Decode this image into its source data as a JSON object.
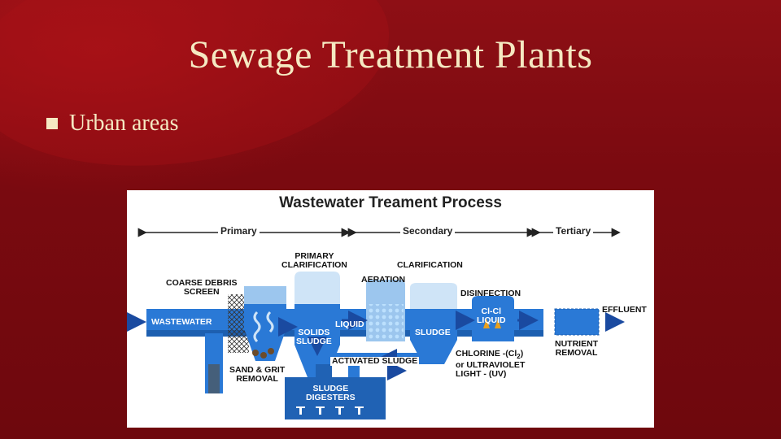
{
  "slide": {
    "title": "Sewage Treatment Plants",
    "bullet": "Urban areas",
    "bg_color": "#7a0a10",
    "text_color": "#f5e9c2"
  },
  "figure": {
    "title": "Wastewater Treament Process",
    "stages": {
      "primary": "Primary",
      "secondary": "Secondary",
      "tertiary": "Tertiary"
    },
    "labels": {
      "coarse_debris": "COARSE DEBRIS",
      "screen": "SCREEN",
      "primary_clar_1": "PRIMARY",
      "primary_clar_2": "CLARIFICATION",
      "clarification": "CLARIFICATION",
      "aeration": "AERATION",
      "disinfection": "DISINFECTION",
      "effluent": "EFFLUENT",
      "wastewater": "WASTEWATER",
      "liquid_1": "LIQUID",
      "solids": "SOLIDS",
      "sludge_1": "SLUDGE",
      "sludge_2": "SLUDGE",
      "cl_cl": "Cl-Cl",
      "liquid_2": "LIQUID",
      "nutrient": "NUTRIENT",
      "removal": "REMOVAL",
      "sand_grit": "SAND & GRIT",
      "sand_removal": "REMOVAL",
      "activated_sludge": "ACTIVATED SLUDGE",
      "chlorine": "CHLORINE -(Cl",
      "chlorine_sub": "2",
      "chlorine_end": ")",
      "or_uv": "or ULTRAVIOLET",
      "light_uv": "LIGHT - (UV)",
      "sludge_dig_1": "SLUDGE",
      "sludge_dig_2": "DIGESTERS"
    },
    "colors": {
      "water": "#2a79d6",
      "water_dark": "#1d5fb0",
      "tank_light": "#cfe4f7",
      "tank_mid": "#9cc6ee",
      "digester": "#2062b4",
      "arrow": "#1a4aa0"
    }
  }
}
